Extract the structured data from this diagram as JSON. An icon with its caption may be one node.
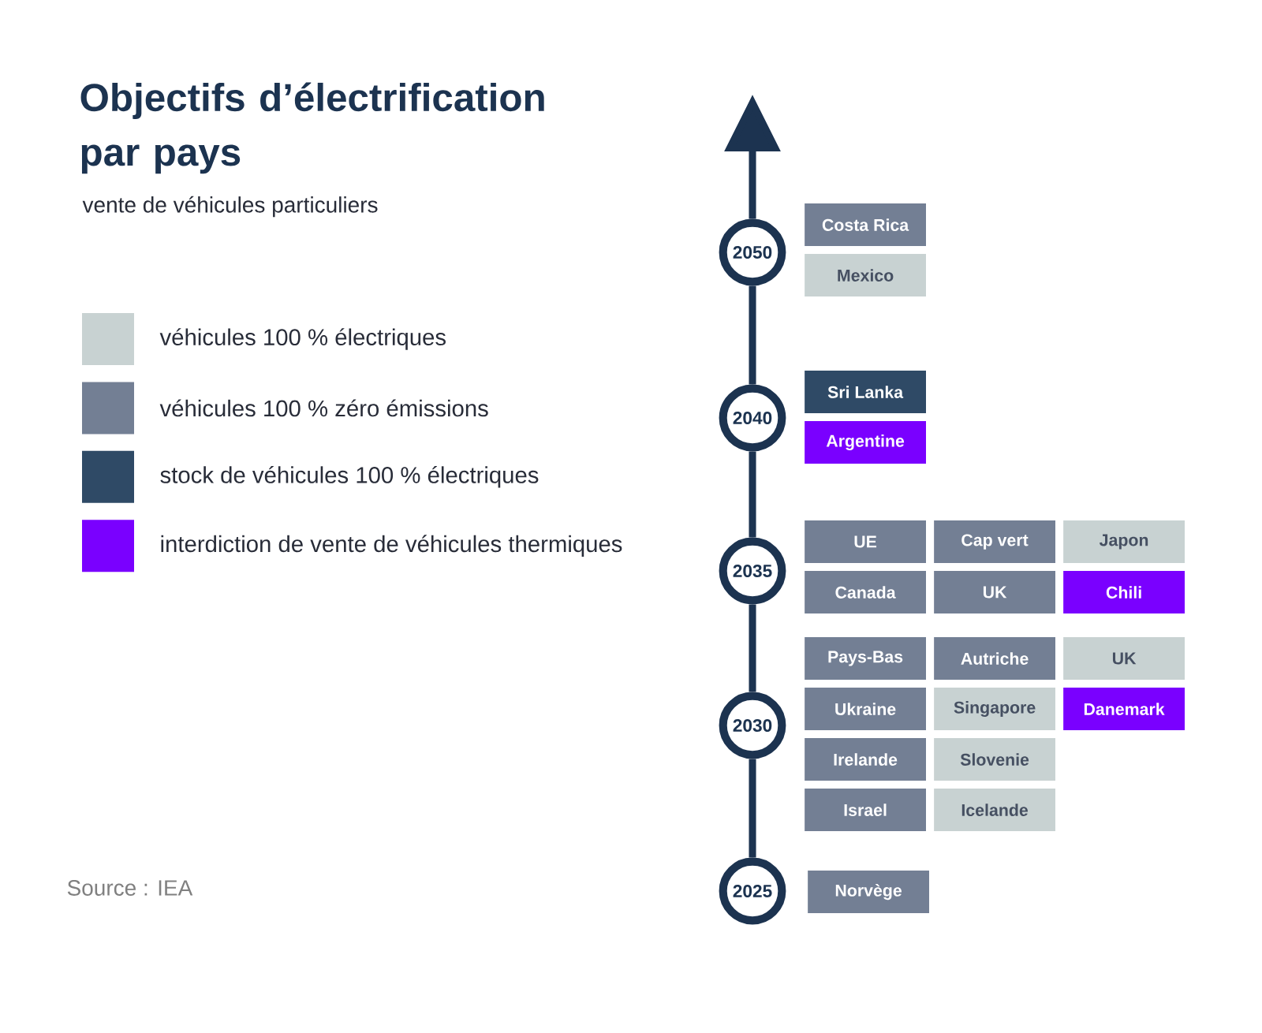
{
  "diagram": {
    "title": "Objectifs d’électrification par pays",
    "nodes": [
      {
        "text": [
          "2050"
        ]
      },
      {
        "text": [
          "Costa Rica"
        ]
      },
      {
        "text": [
          "Mexico"
        ]
      },
      {
        "text": [
          "2040"
        ]
      },
      {
        "text": [
          "Sri Lanka"
        ]
      },
      {
        "text": [
          "Argentine"
        ]
      },
      {
        "text": [
          "2035"
        ]
      },
      {
        "text": [
          "UE"
        ]
      },
      {
        "text": [
          "Cap vert"
        ]
      },
      {
        "text": [
          "Japon"
        ]
      },
      {
        "text": [
          "Canada"
        ]
      },
      {
        "text": [
          "UK"
        ]
      },
      {
        "text": [
          "Chili"
        ]
      },
      {
        "text": [
          "Pays-Bas"
        ]
      },
      {
        "text": [
          "Autriche"
        ]
      },
      {
        "text": [
          "UK"
        ]
      },
      {
        "text": [
          "2030"
        ]
      },
      {
        "text": [
          "Ukraine"
        ]
      },
      {
        "text": [
          "Singapore"
        ]
      },
      {
        "text": [
          "Danemark"
        ]
      },
      {
        "text": [
          "Irelande"
        ]
      },
      {
        "text": [
          "Slovenie"
        ]
      },
      {
        "text": [
          "Israel"
        ]
      },
      {
        "text": [
          "Icelande"
        ]
      },
      {
        "text": [
          "2025"
        ]
      },
      {
        "text": [
          "Norvège"
        ]
      }
    ],
    "edges": [
      {
        "from": 24,
        "to": 16,
        "arrow": "none"
      },
      {
        "from": 16,
        "to": 6,
        "arrow": "none"
      },
      {
        "from": 6,
        "to": 3,
        "arrow": "none"
      },
      {
        "from": 3,
        "to": 0,
        "arrow": "none"
      },
      {
        "from": 0,
        "to": null,
        "arrow": "to"
      }
    ],
    "labels": [
      "vente de véhicules particuliers",
      "Source : IEA"
    ],
    "legend": [
      {
        "text": "véhicules 100 % électriques",
        "color": "#c8d2d2"
      },
      {
        "text": "véhicules 100 % zéro émissions",
        "color": "#737f94"
      },
      {
        "text": "stock de véhicules 100 % électriques",
        "color": "#2f4a66"
      },
      {
        "text": "interdiction de vente de véhicules thermiques",
        "color": "#7a00ff"
      }
    ]
  }
}
